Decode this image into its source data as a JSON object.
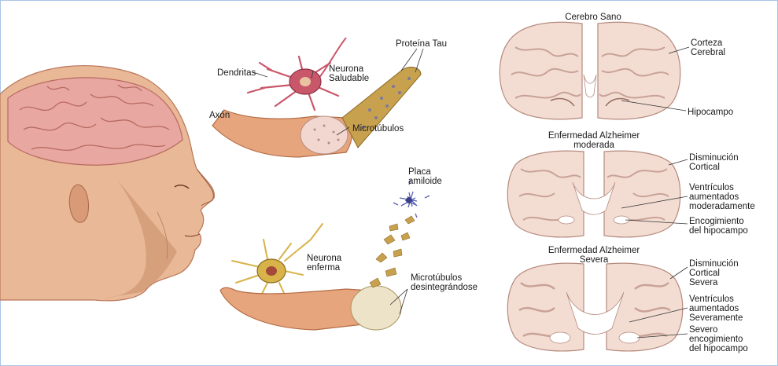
{
  "colors": {
    "skin": "#e9b896",
    "skin_shadow": "#c98c6a",
    "brain": "#e8a7a0",
    "brain_fold": "#b86a62",
    "neuron_healthy": "#c9576a",
    "neuron_sick": "#d8b34a",
    "axon": "#e7a57d",
    "tau": "#c8a14e",
    "plaque": "#5a63b5",
    "section_tissue": "#f3ddd3",
    "section_outline": "#b68a7e",
    "frame": "#a9c4e8"
  },
  "neurons": {
    "healthy": {
      "dendrites": "Dendritas",
      "axon": "Axón",
      "neuron": "Neurona\nSaludable",
      "tau": "Proteína Tau",
      "microtubules": "Microtúbulos"
    },
    "sick": {
      "plaque": "Placa\namiloide",
      "neuron": "Neurona\nenferma",
      "microtubules": "Microtúbulos\ndesintegrándose"
    }
  },
  "brains": [
    {
      "title": "Cerebro Sano",
      "labels": [
        "Corteza\nCerebral",
        "Hipocampo"
      ]
    },
    {
      "title": "Enfermedad Alzheimer\nmoderada",
      "labels": [
        "Disminución\nCortical",
        "Ventrículos\naumentados\nmoderadamente",
        "Encogimiento\ndel hipocampo"
      ]
    },
    {
      "title": "Enfermedad Alzheimer\nSevera",
      "labels": [
        "Disminución\nCortical\nSevera",
        "Ventrículos\naumentados\nSeveramente",
        "Severo\nencogimiento\ndel hipocampo"
      ]
    }
  ]
}
